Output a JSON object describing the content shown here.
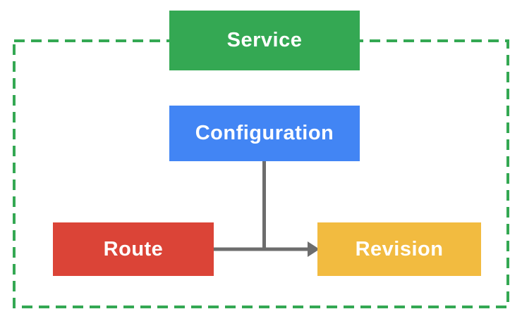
{
  "nodes": {
    "service": {
      "label": "Service",
      "color": "#34A853"
    },
    "configuration": {
      "label": "Configuration",
      "color": "#4285F4"
    },
    "route": {
      "label": "Route",
      "color": "#DB4437"
    },
    "revision": {
      "label": "Revision",
      "color": "#F2BB40"
    }
  },
  "boundary": {
    "style": "dashed",
    "color": "#34A853"
  },
  "edges": [
    {
      "from": "route",
      "to": "revision"
    },
    {
      "from": "configuration",
      "to": "revision"
    }
  ],
  "connector_color": "#6d6d6d"
}
